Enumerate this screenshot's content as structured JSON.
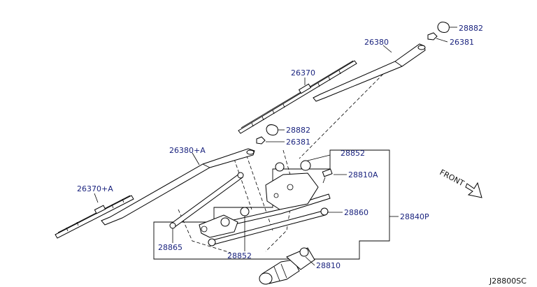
{
  "diagram": {
    "labels": {
      "p28882_top": "28882",
      "p26381_top": "26381",
      "p26380": "26380",
      "p26370": "26370",
      "p28882_mid": "28882",
      "p26381_mid": "26381",
      "p26380a": "26380+A",
      "p28852_top": "28852",
      "p28810a": "28810A",
      "p26370a": "26370+A",
      "p28860": "28860",
      "p28840p": "28840P",
      "p28865": "28865",
      "p28852_bottom": "28852",
      "p28810": "28810"
    },
    "front_label": "FRONT",
    "reference_code": "J28800SC"
  }
}
